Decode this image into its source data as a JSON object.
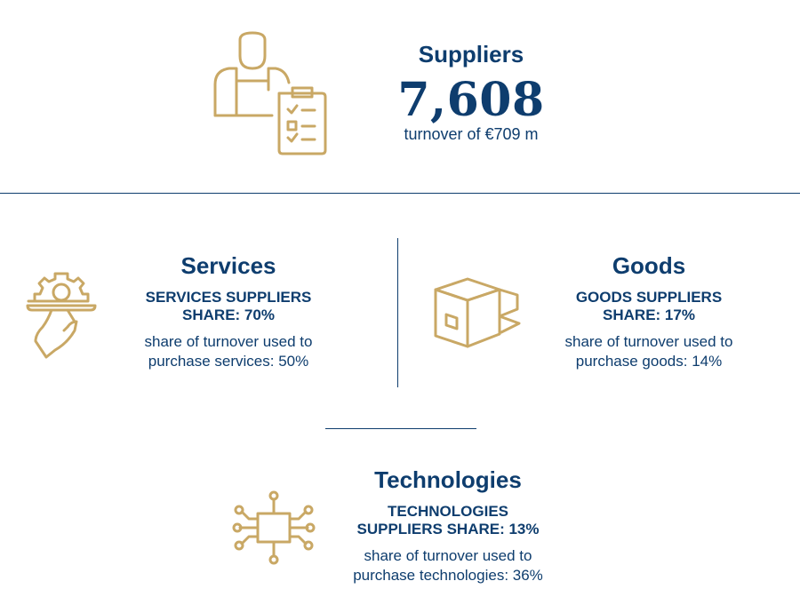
{
  "colors": {
    "gold": "#c9a865",
    "navy": "#0e3d6e"
  },
  "suppliers": {
    "icon": "worker-checklist-icon",
    "title": "Suppliers",
    "count": "7,608",
    "turnover": "turnover of €709 m"
  },
  "services": {
    "icon": "gear-on-tray-icon",
    "title": "Services",
    "share_line1": "SERVICES SUPPLIERS",
    "share_line2": "SHARE: 70%",
    "desc_line1": "share of turnover used to",
    "desc_line2": "purchase services: 50%"
  },
  "goods": {
    "icon": "box-icon",
    "title": "Goods",
    "share_line1": "GOODS SUPPLIERS",
    "share_line2": "SHARE: 17%",
    "desc_line1": "share of turnover used to",
    "desc_line2": "purchase goods: 14%"
  },
  "technologies": {
    "icon": "chip-icon",
    "title": "Technologies",
    "share_line1": "TECHNOLOGIES",
    "share_line2": "SUPPLIERS SHARE: 13%",
    "desc_line1": "share of turnover used to",
    "desc_line2": "purchase technologies: 36%"
  }
}
